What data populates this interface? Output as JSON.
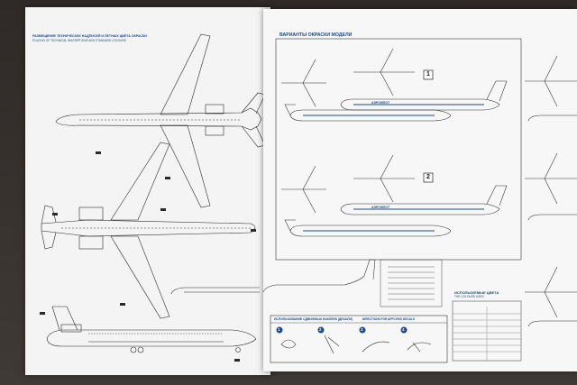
{
  "left_sheet": {
    "heading": "РАЗМЕЩЕНИЕ ТЕХНИЧЕСКИХ НАДПИСЕЙ И ЛЕТНЫХ ЦВЕТА ОКРАСКИ",
    "subheading": "PLACING OF TECHNICAL INSCRIPTIONS AND STANDARD COLOURS"
  },
  "right_sheet": {
    "heading": "ВАРИАНТЫ ОКРАСКИ МОДЕЛИ",
    "variants": [
      "1",
      "2"
    ],
    "fuselage_lettering": "АЭРОФЛОТ",
    "colors_title": "ИСПОЛЬЗУЕМЫЕ ЦВЕТА",
    "colors_subtitle": "THE COLOURS USED",
    "decal_title": "ИСПОЛЬЗОВАНИЕ СДВИЖНЫХ НАКЛЕЕК (ДЕКАЛИ)",
    "decal_subtitle": "DIRECTIONS FOR APPLYING DECALS",
    "decal_steps": [
      "1",
      "2",
      "3",
      "4"
    ]
  },
  "colors": {
    "paper": "#f4f5f4",
    "ink": "#1f4a8e",
    "line": "#2a2a2a",
    "background": "#3a3532"
  }
}
